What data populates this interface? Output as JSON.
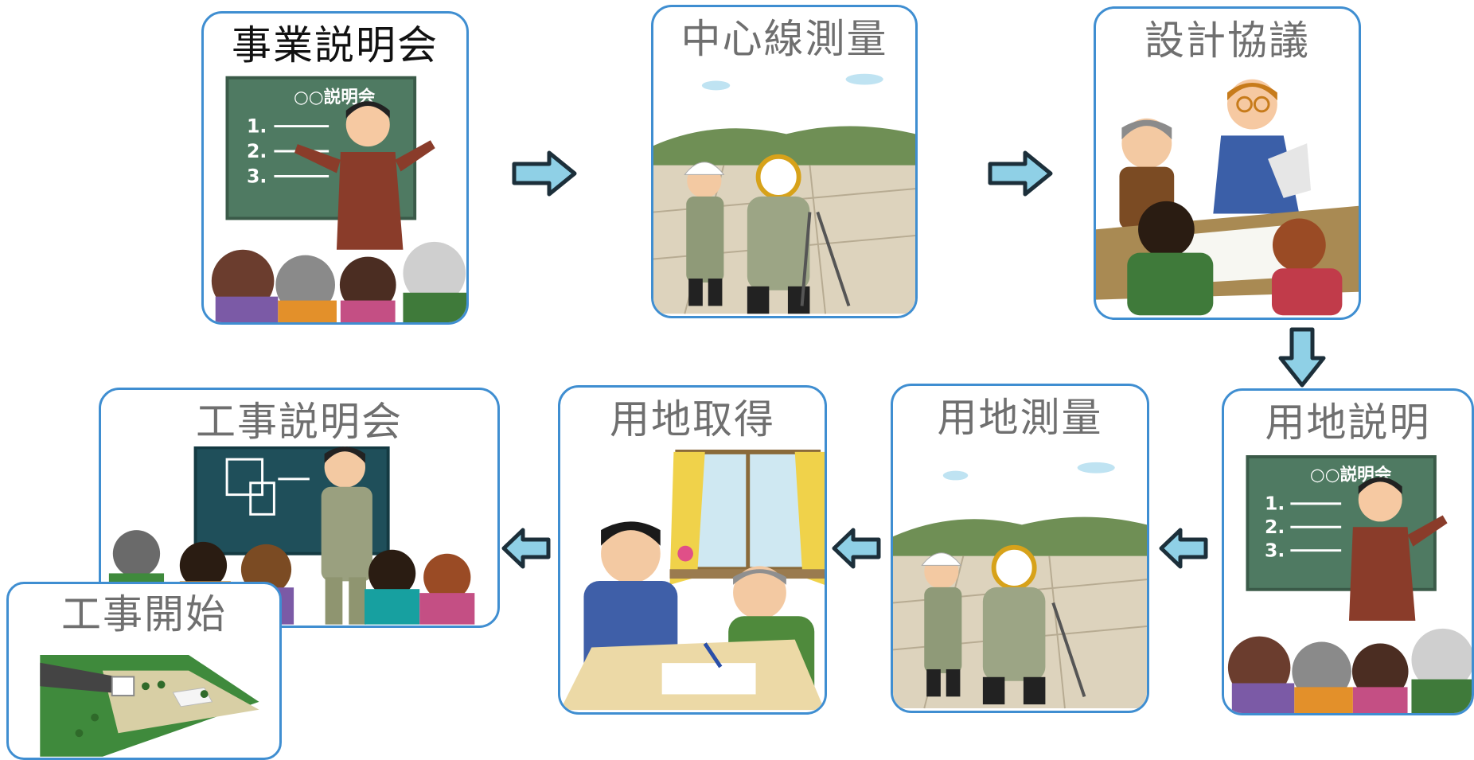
{
  "steps": [
    {
      "id": "business-briefing",
      "title": "事業説明会",
      "board_title": "○○説明会",
      "board_items": [
        "1.",
        "2.",
        "3."
      ]
    },
    {
      "id": "centerline-survey",
      "title": "中心線測量"
    },
    {
      "id": "design-consultation",
      "title": "設計協議"
    },
    {
      "id": "land-briefing",
      "title": "用地説明",
      "board_title": "○○説明会",
      "board_items": [
        "1.",
        "2.",
        "3."
      ]
    },
    {
      "id": "land-survey",
      "title": "用地測量"
    },
    {
      "id": "land-acquisition",
      "title": "用地取得"
    },
    {
      "id": "construction-briefing",
      "title": "工事説明会"
    },
    {
      "id": "construction-start",
      "title": "工事開始"
    }
  ],
  "colors": {
    "frame": "#3f8ed1",
    "arrow_fill": "#8fd0e6",
    "arrow_stroke": "#1c2f3a",
    "board": "#4f7a62"
  }
}
